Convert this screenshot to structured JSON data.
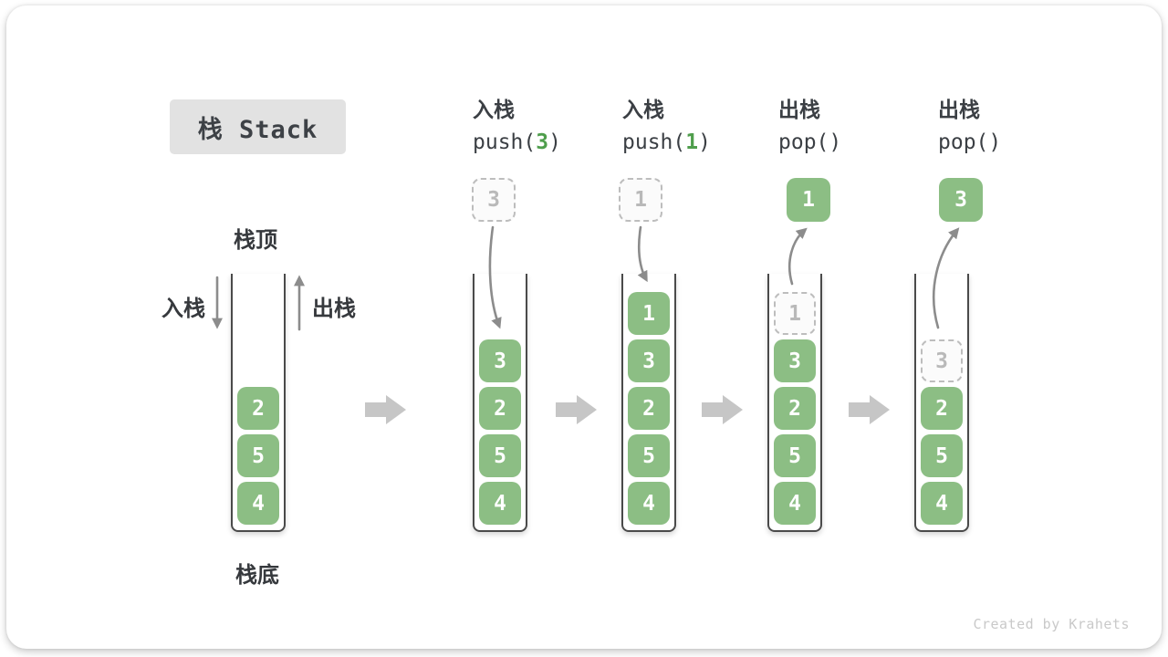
{
  "title": "栈 Stack",
  "annotations": {
    "stack_top": "栈顶",
    "stack_bottom": "栈底",
    "push_side": "入栈",
    "pop_side": "出栈"
  },
  "watermark": "Created by Krahets",
  "colors": {
    "element_green": "#8cbe84",
    "call_arg_green": "#4f9e4c",
    "ghost_gray": "#b9b9b9",
    "arrow_gray": "#8c8c8c",
    "block_arrow_gray": "#c6c6c6",
    "title_bg": "#e2e2e2"
  },
  "columns": [
    {
      "name": "initial-stack",
      "operation": null,
      "floating": null,
      "cells": [
        {
          "value": "2"
        },
        {
          "value": "5"
        },
        {
          "value": "4"
        }
      ]
    },
    {
      "name": "after-push-3",
      "operation": {
        "action": "入栈",
        "call": "push(",
        "arg": "3",
        "close": ")"
      },
      "floating": {
        "value": "3",
        "variant": "ghost"
      },
      "cells": [
        {
          "value": "3"
        },
        {
          "value": "2"
        },
        {
          "value": "5"
        },
        {
          "value": "4"
        }
      ]
    },
    {
      "name": "after-push-1",
      "operation": {
        "action": "入栈",
        "call": "push(",
        "arg": "1",
        "close": ")"
      },
      "floating": {
        "value": "1",
        "variant": "ghost"
      },
      "cells": [
        {
          "value": "1"
        },
        {
          "value": "3"
        },
        {
          "value": "2"
        },
        {
          "value": "5"
        },
        {
          "value": "4"
        }
      ]
    },
    {
      "name": "after-pop-1",
      "operation": {
        "action": "出栈",
        "call": "pop()",
        "arg": "",
        "close": ""
      },
      "floating": {
        "value": "1",
        "variant": "solid"
      },
      "cells": [
        {
          "value": "1",
          "ghost": true
        },
        {
          "value": "3"
        },
        {
          "value": "2"
        },
        {
          "value": "5"
        },
        {
          "value": "4"
        }
      ]
    },
    {
      "name": "after-pop-3",
      "operation": {
        "action": "出栈",
        "call": "pop()",
        "arg": "",
        "close": ""
      },
      "floating": {
        "value": "3",
        "variant": "solid"
      },
      "cells": [
        {
          "value": "3",
          "ghost": true
        },
        {
          "value": "2"
        },
        {
          "value": "5"
        },
        {
          "value": "4"
        }
      ]
    }
  ]
}
